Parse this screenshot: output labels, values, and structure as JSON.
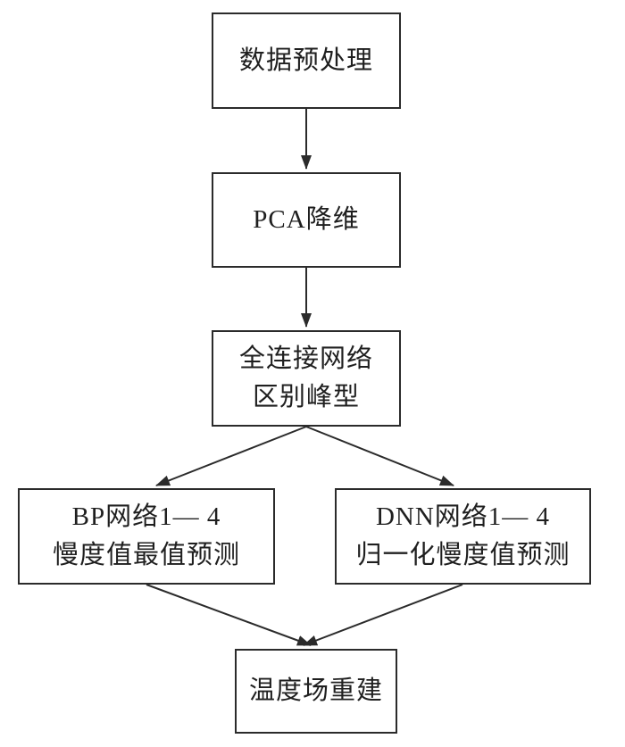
{
  "diagram": {
    "type": "flowchart",
    "colors": {
      "line": "#2b2b2b",
      "text": "#1f1f1f",
      "background": "#ffffff"
    },
    "nodes": {
      "preprocess": {
        "lines": [
          "数据预处理"
        ]
      },
      "pca": {
        "lines": [
          "PCA降维"
        ]
      },
      "fc": {
        "lines": [
          "全连接网络",
          "区别峰型"
        ]
      },
      "bp": {
        "lines": [
          "BP网络1— 4",
          "慢度值最值预测"
        ]
      },
      "dnn": {
        "lines": [
          "DNN网络1— 4",
          "归一化慢度值预测"
        ]
      },
      "rebuild": {
        "lines": [
          "温度场重建"
        ]
      }
    },
    "edges": [
      {
        "from": "preprocess",
        "to": "pca"
      },
      {
        "from": "pca",
        "to": "fc"
      },
      {
        "from": "fc",
        "to": "bp"
      },
      {
        "from": "fc",
        "to": "dnn"
      },
      {
        "from": "bp",
        "to": "rebuild"
      },
      {
        "from": "dnn",
        "to": "rebuild"
      }
    ]
  }
}
